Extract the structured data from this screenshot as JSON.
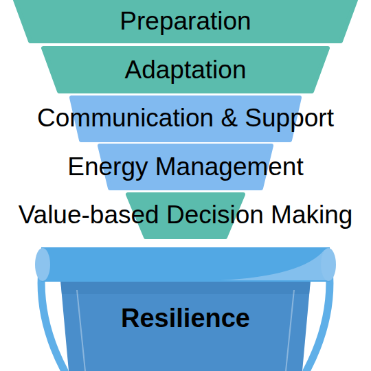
{
  "diagram": {
    "nodes": [
      {
        "text": [
          "Preparation"
        ]
      },
      {
        "text": [
          "Adaptation"
        ]
      },
      {
        "text": [
          "Communication & Support"
        ]
      },
      {
        "text": [
          "Energy Management"
        ]
      },
      {
        "text": [
          "Value-based Decision Making"
        ]
      },
      {
        "text": [
          "Resilience"
        ]
      }
    ]
  }
}
